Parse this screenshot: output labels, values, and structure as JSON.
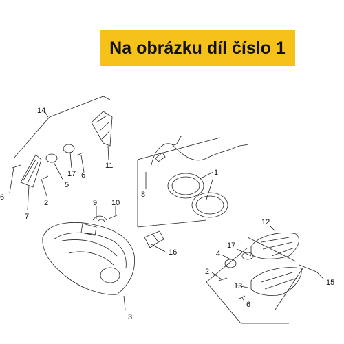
{
  "banner": {
    "text": "Na obrázku díl číslo 1",
    "color": "#f6c21a"
  },
  "callouts": [
    "14",
    "6",
    "2",
    "7",
    "5",
    "17",
    "6",
    "11",
    "8",
    "1",
    "9",
    "10",
    "3",
    "16",
    "12",
    "17",
    "4",
    "2",
    "13",
    "6",
    "15"
  ]
}
